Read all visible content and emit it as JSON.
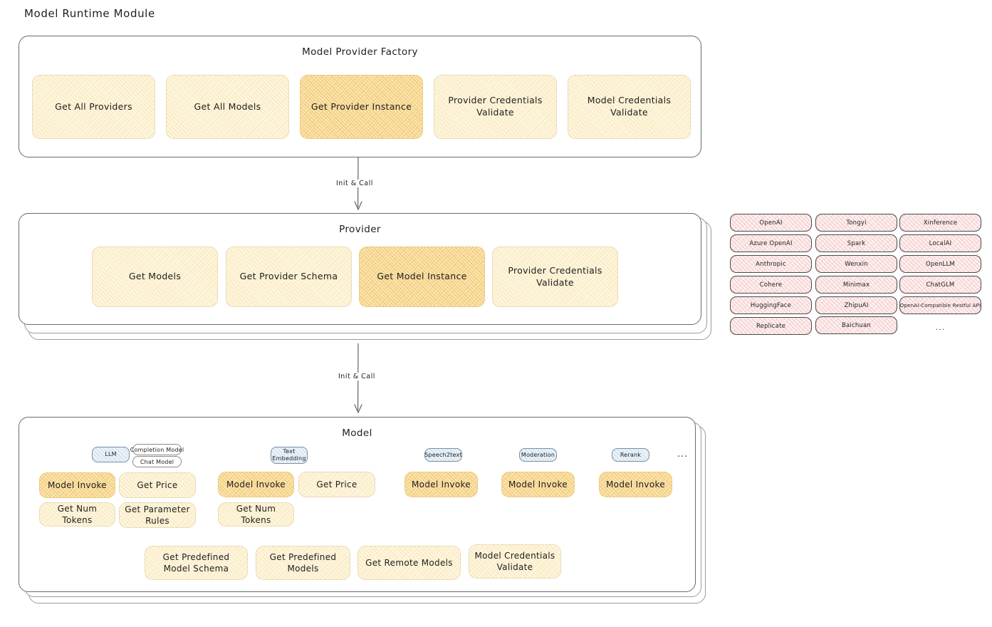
{
  "title": "Model Runtime Module",
  "factory": {
    "title": "Model Provider Factory",
    "methods": [
      {
        "label": "Get All Providers",
        "highlight": false
      },
      {
        "label": "Get All Models",
        "highlight": false
      },
      {
        "label": "Get Provider Instance",
        "highlight": true
      },
      {
        "label": "Provider Credentials Validate",
        "highlight": false
      },
      {
        "label": "Model Credentials Validate",
        "highlight": false
      }
    ]
  },
  "arrows": [
    {
      "label": "Init & Call"
    },
    {
      "label": "Init & Call"
    }
  ],
  "provider": {
    "title": "Provider",
    "methods": [
      {
        "label": "Get Models",
        "highlight": false
      },
      {
        "label": "Get Provider Schema",
        "highlight": false
      },
      {
        "label": "Get Model Instance",
        "highlight": true
      },
      {
        "label": "Provider Credentials Validate",
        "highlight": false
      }
    ]
  },
  "provider_list": {
    "columns": [
      [
        "OpenAI",
        "Azure OpenAI",
        "Anthropic",
        "Cohere",
        "HuggingFace",
        "Replicate"
      ],
      [
        "Tongyi",
        "Spark",
        "Wenxin",
        "Minimax",
        "ZhipuAI",
        "Baichuan"
      ],
      [
        "Xinference",
        "LocalAI",
        "OpenLLM",
        "ChatGLM",
        "OpenAI-Compatible Restful API"
      ]
    ],
    "more": "..."
  },
  "model": {
    "title": "Model",
    "types": [
      {
        "name": "LLM",
        "subtypes": [
          "Completion Model",
          "Chat Model"
        ],
        "methods": [
          "Model Invoke",
          "Get Price",
          "Get Num Tokens",
          "Get Parameter Rules"
        ]
      },
      {
        "name": "Text Embedding",
        "subtypes": [],
        "methods": [
          "Model Invoke",
          "Get Price",
          "Get Num Tokens"
        ]
      },
      {
        "name": "Speech2text",
        "subtypes": [],
        "methods": [
          "Model Invoke"
        ]
      },
      {
        "name": "Moderation",
        "subtypes": [],
        "methods": [
          "Model Invoke"
        ]
      },
      {
        "name": "Rerank",
        "subtypes": [],
        "methods": [
          "Model Invoke"
        ]
      }
    ],
    "more": "...",
    "common_methods": [
      "Get Predefined Model Schema",
      "Get Predefined Models",
      "Get Remote Models",
      "Model Credentials Validate"
    ]
  },
  "colors": {
    "yellow_fill": "#fdf6e0",
    "yellow_strong": "#fbe6b4",
    "pink_fill": "#fdf0f0",
    "blue_fill": "#e9f2f9",
    "stroke": "#1e1e1e",
    "panel_stroke": "#6b6b6b"
  }
}
